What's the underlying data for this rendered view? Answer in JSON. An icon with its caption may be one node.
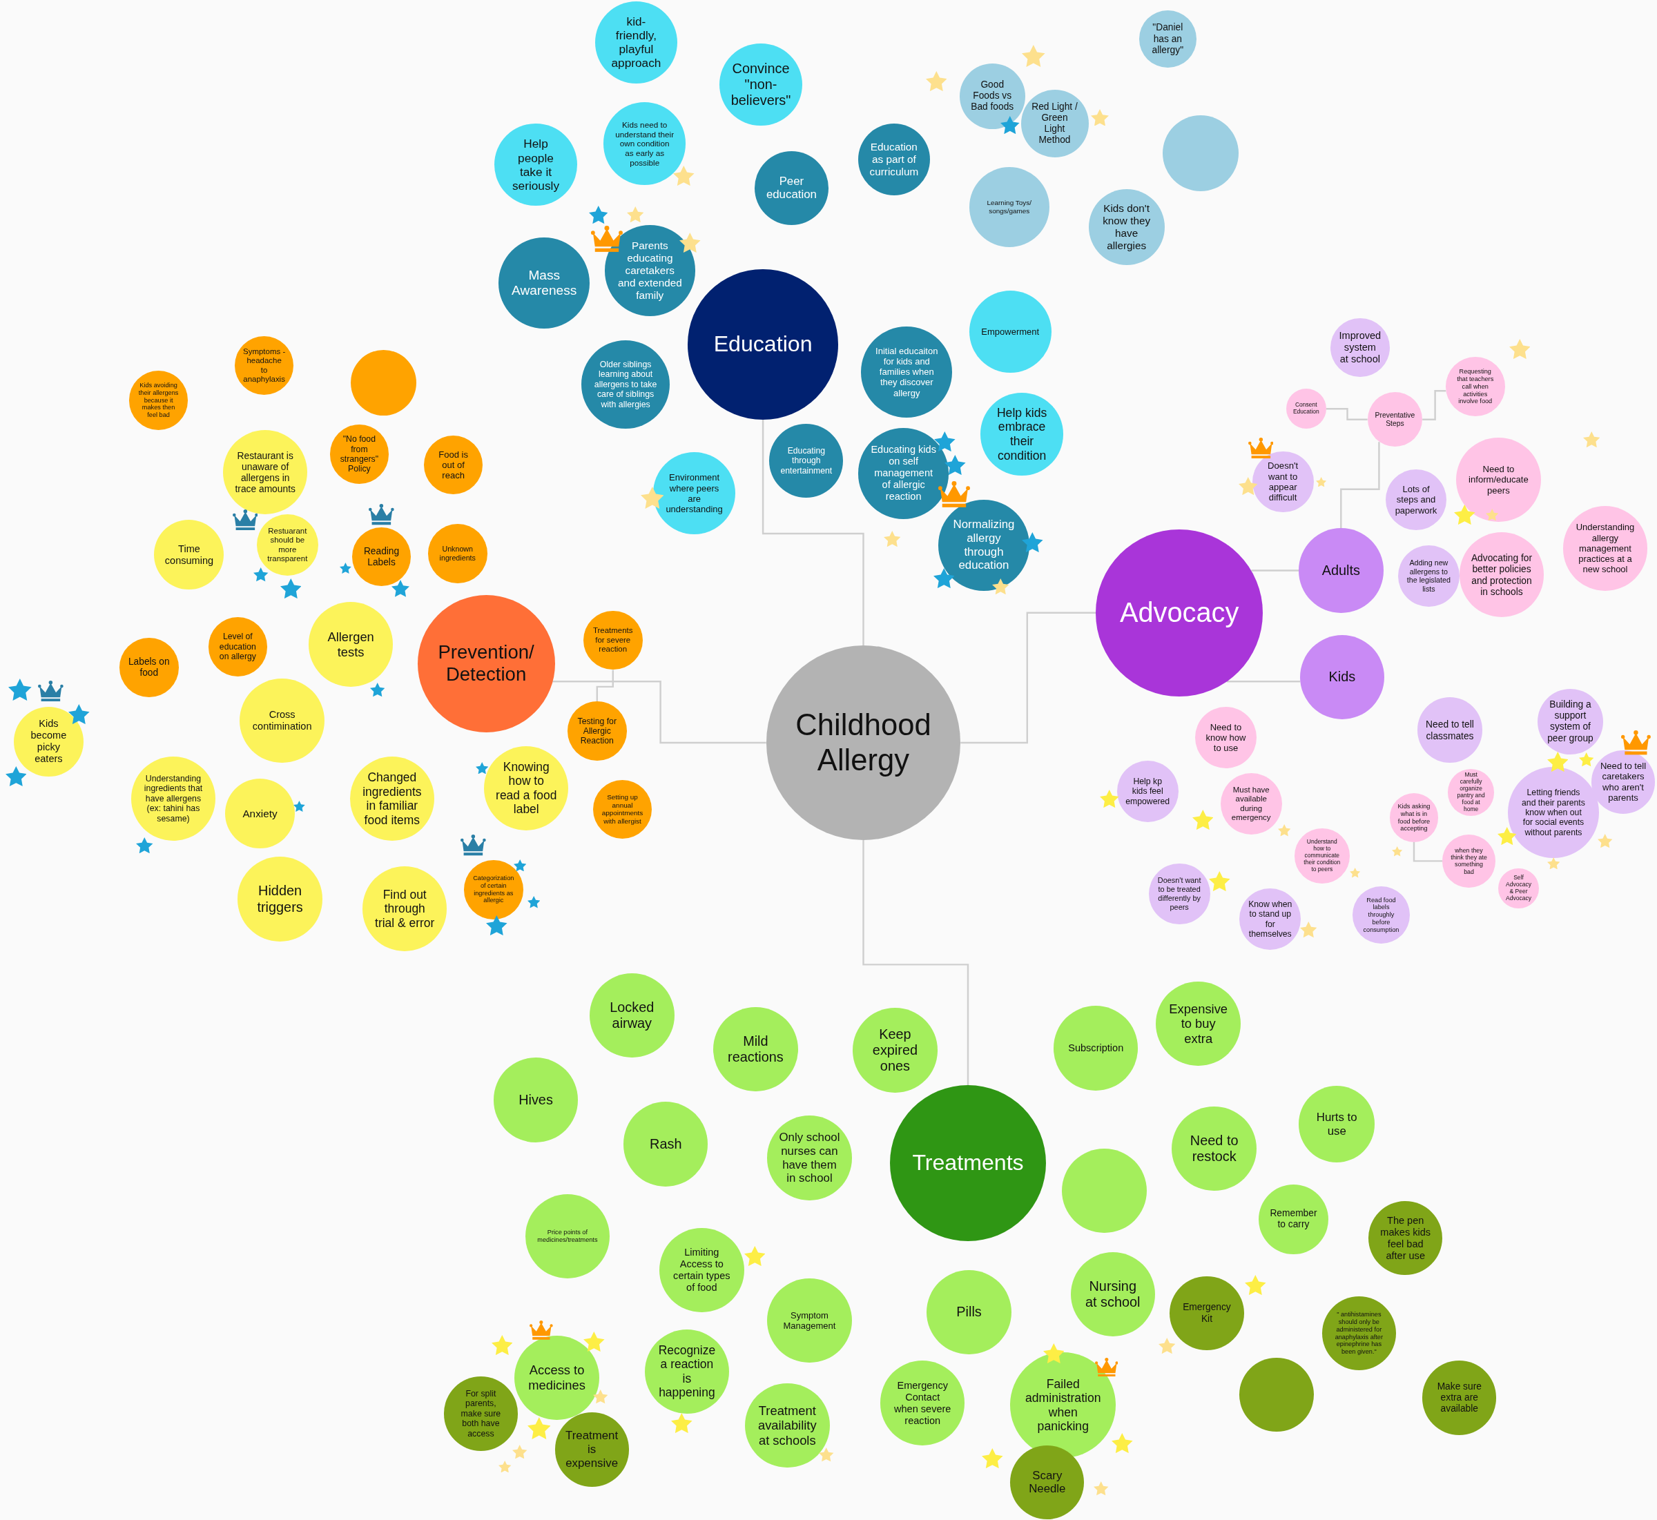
{
  "diagram": {
    "nodes": [
      {
        "text": [
          "Childhood Allergy"
        ]
      },
      {
        "text": [
          "Education"
        ]
      },
      {
        "text": [
          "kid-friendly, playful approach"
        ]
      },
      {
        "text": [
          "Convince \"non-believers\""
        ]
      },
      {
        "text": [
          "Help people take it seriously"
        ]
      },
      {
        "text": [
          "Kids need to understand their own condition as early as possible"
        ]
      },
      {
        "text": [
          "Peer education"
        ]
      },
      {
        "text": [
          "Education as part of curriculum"
        ]
      },
      {
        "text": [
          "Mass Awareness"
        ]
      },
      {
        "text": [
          "Parents educating caretakers and extended family"
        ]
      },
      {
        "text": [
          "Older siblings learning about allergens to take care of siblings with allergies"
        ]
      },
      {
        "text": [
          "Environment where peers are understanding"
        ]
      },
      {
        "text": [
          "Educating through entertainment"
        ]
      },
      {
        "text": [
          "Initial educaiton for kids and families when they discover allergy"
        ]
      },
      {
        "text": [
          "Empowerment"
        ]
      },
      {
        "text": [
          "Help kids embrace their condition"
        ]
      },
      {
        "text": [
          "Educating kids on self management of allergic reaction"
        ]
      },
      {
        "text": [
          "Normalizing allergy through education"
        ]
      },
      {
        "text": [
          "Good Foods vs Bad foods"
        ]
      },
      {
        "text": [
          "Red Light / Green Light Method"
        ]
      },
      {
        "text": [
          "\"Daniel has an allergy\""
        ]
      },
      {
        "text": [],
        "shape": "circle"
      },
      {
        "text": [
          "Learning Toys/ songs/games"
        ]
      },
      {
        "text": [
          "Kids don't know they have allergies"
        ]
      },
      {
        "text": [
          "Prevention/ Detection"
        ]
      },
      {
        "text": [
          "Kids avoiding their allergens because it makes then feel bad"
        ]
      },
      {
        "text": [
          "Symptoms - headache to anaphylaxis"
        ]
      },
      {
        "text": [],
        "shape": "circle"
      },
      {
        "text": [
          "Restaurant is unaware of allergens in trace amounts"
        ]
      },
      {
        "text": [
          "\"No food from strangers\" Policy"
        ]
      },
      {
        "text": [
          "Food is out of reach"
        ]
      },
      {
        "text": [
          "Time consuming"
        ]
      },
      {
        "text": [
          "Restuarant should be more transparent"
        ]
      },
      {
        "text": [
          "Reading Labels"
        ]
      },
      {
        "text": [
          "Unknown ingredients"
        ]
      },
      {
        "text": [
          "Level of education on allergy"
        ]
      },
      {
        "text": [
          "Labels on food"
        ]
      },
      {
        "text": [
          "Allergen tests"
        ]
      },
      {
        "text": [
          "Treatments for severe reaction"
        ]
      },
      {
        "text": [
          "Cross contimination"
        ]
      },
      {
        "text": [
          "Kids become picky eaters"
        ]
      },
      {
        "text": [
          "Testing for Allergic Reaction"
        ]
      },
      {
        "text": [
          "Knowing how to read a food label"
        ]
      },
      {
        "text": [
          "Understanding ingredients that have allergens (ex: tahini has sesame)"
        ]
      },
      {
        "text": [
          "Anxiety"
        ]
      },
      {
        "text": [
          "Changed ingredients in familiar food items"
        ]
      },
      {
        "text": [
          "Setting up annual appointments with allergist"
        ]
      },
      {
        "text": [
          "Hidden triggers"
        ]
      },
      {
        "text": [
          "Find out through trial & error"
        ]
      },
      {
        "text": [
          "Categorization of certain ingredients as allergic"
        ]
      },
      {
        "text": [
          "Advocacy"
        ]
      },
      {
        "text": [
          "Improved system at school"
        ]
      },
      {
        "text": [
          "Consent Education"
        ]
      },
      {
        "text": [
          "Preventative Steps"
        ]
      },
      {
        "text": [
          "Requesting that teachers call when activities involve food"
        ]
      },
      {
        "text": [
          "Doesn't want to appear difficult"
        ]
      },
      {
        "text": [
          "Need to inform/educate peers"
        ]
      },
      {
        "text": [
          "Lots of steps and paperwork"
        ]
      },
      {
        "text": [
          "Understanding allergy management practices at a new school"
        ]
      },
      {
        "text": [
          "Adults"
        ]
      },
      {
        "text": [
          "Adding new allergens to the legislated lists"
        ]
      },
      {
        "text": [
          "Advocating for better policies and protection in schools"
        ]
      },
      {
        "text": [
          "Kids"
        ]
      },
      {
        "text": [
          "Need to know how to use"
        ]
      },
      {
        "text": [
          "Need to tell classmates"
        ]
      },
      {
        "text": [
          "Building a support system of peer group"
        ]
      },
      {
        "text": [
          "Help kp kids feel empowered"
        ]
      },
      {
        "text": [
          "Must have available during emergency"
        ]
      },
      {
        "text": [
          "Must carefully organize pantry and food at home"
        ]
      },
      {
        "text": [
          "Kids asking what is in food before accepting"
        ]
      },
      {
        "text": [
          "Letting friends and their parents know when out for social events without parents"
        ]
      },
      {
        "text": [
          "Need to tell caretakers who aren't parents"
        ]
      },
      {
        "text": [
          "Understand how to communicate their condition to peers"
        ]
      },
      {
        "text": [
          "when they think they ate something bad"
        ]
      },
      {
        "text": [
          "Self Advocacy & Peer Advocacy"
        ]
      },
      {
        "text": [
          "Doesn't want to be treated differently by peers"
        ]
      },
      {
        "text": [
          "Know when to stand up for themselves"
        ]
      },
      {
        "text": [
          "Read food labels throughly before consumption"
        ]
      },
      {
        "text": [
          "Treatments"
        ]
      },
      {
        "text": [
          "Locked airway"
        ]
      },
      {
        "text": [
          "Mild reactions"
        ]
      },
      {
        "text": [
          "Keep expired ones"
        ]
      },
      {
        "text": [
          "Subscription"
        ]
      },
      {
        "text": [
          "Expensive to buy extra"
        ]
      },
      {
        "text": [
          "Hives"
        ]
      },
      {
        "text": [
          "Rash"
        ]
      },
      {
        "text": [
          "Only school nurses can have them in school"
        ]
      },
      {
        "text": [
          "Hurts to use"
        ]
      },
      {
        "text": [
          "Need to restock"
        ]
      },
      {
        "text": [],
        "shape": "circle"
      },
      {
        "text": [
          "Price points of medicines/treatments"
        ]
      },
      {
        "text": [
          "Limiting Access to certain types of food"
        ]
      },
      {
        "text": [
          "Remember to carry"
        ]
      },
      {
        "text": [
          "The pen makes kids feel bad after use"
        ]
      },
      {
        "text": [
          "Symptom Management"
        ]
      },
      {
        "text": [
          "Pills"
        ]
      },
      {
        "text": [
          "Nursing at school"
        ]
      },
      {
        "text": [
          "Emergency Kit"
        ]
      },
      {
        "text": [
          "\" antihistamines should only be administered for anaphylaxis after epinephrine has been given.\""
        ]
      },
      {
        "text": [
          "Access to medicines"
        ]
      },
      {
        "text": [
          "For split parents, make sure both have access"
        ]
      },
      {
        "text": [
          "Treatment is expensive"
        ]
      },
      {
        "text": [
          "Recognize a reaction is happening"
        ]
      },
      {
        "text": [
          "Treatment availability at schools"
        ]
      },
      {
        "text": [
          "Emergency Contact when severe reaction"
        ]
      },
      {
        "text": [
          "Failed administration when panicking"
        ]
      },
      {
        "text": [
          "Scary Needle"
        ]
      },
      {
        "text": [],
        "shape": "circle"
      },
      {
        "text": [
          "Make sure extra are available"
        ]
      }
    ],
    "edges": [
      {
        "from": 0,
        "to": 1,
        "arrow": "none"
      },
      {
        "from": 0,
        "to": 24,
        "arrow": "none"
      },
      {
        "from": 0,
        "to": 50,
        "arrow": "none"
      },
      {
        "from": 0,
        "to": 78,
        "arrow": "none"
      },
      {
        "from": 38,
        "to": 41,
        "arrow": "none"
      },
      {
        "from": 50,
        "to": 59,
        "arrow": "none"
      },
      {
        "from": 59,
        "to": 53,
        "arrow": "none"
      },
      {
        "from": 52,
        "to": 53,
        "arrow": "none"
      },
      {
        "from": 53,
        "to": 54,
        "arrow": "none"
      },
      {
        "from": 50,
        "to": 62,
        "arrow": "none"
      },
      {
        "from": 69,
        "to": 73,
        "arrow": "none"
      }
    ]
  }
}
